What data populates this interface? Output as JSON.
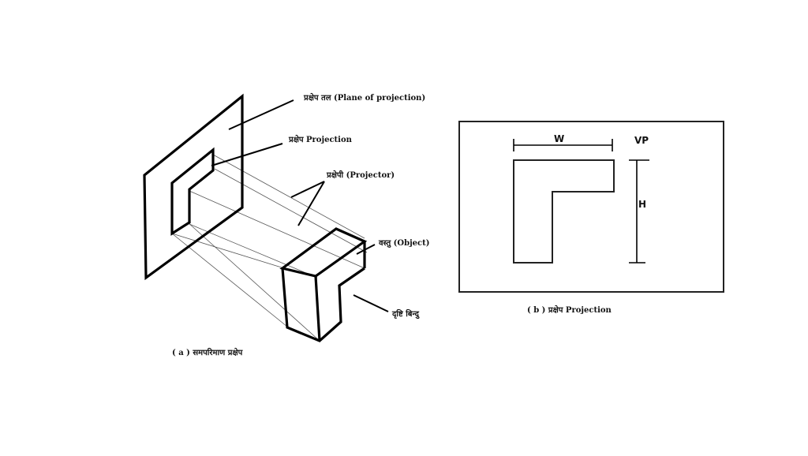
{
  "figure_a": {
    "labels": {
      "plane_of_projection": "प्रक्षेप तल (Plane of projection)",
      "projection": "प्रक्षेप Projection",
      "projector": "प्रक्षेपी (Projector)",
      "object": "वस्तु (Object)",
      "viewpoint": "दृष्टि बिन्दु"
    },
    "caption": "( a ) समपरिमाण प्रक्षेप"
  },
  "figure_b": {
    "width_label": "W",
    "height_label": "H",
    "view_label": "VP",
    "caption": "( b ) प्रक्षेप Projection"
  }
}
